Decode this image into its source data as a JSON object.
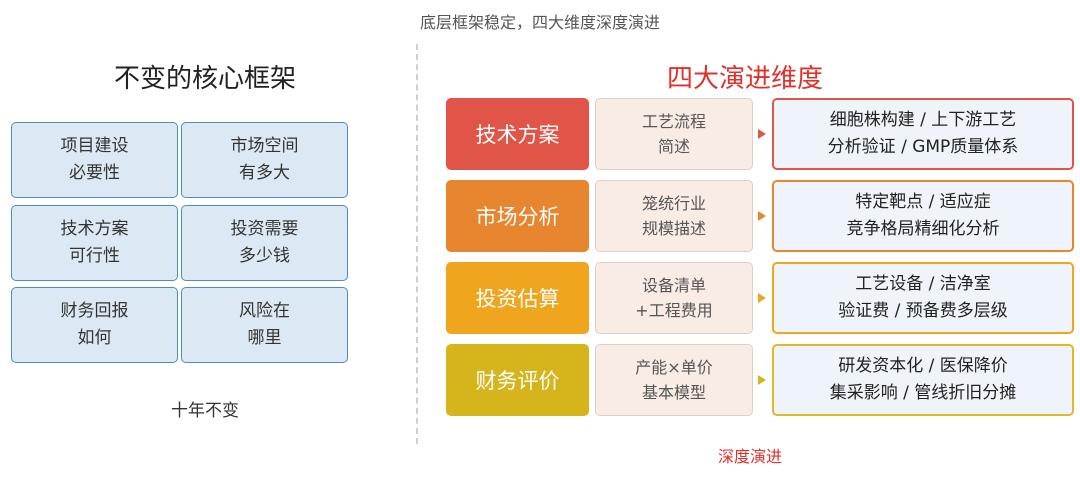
{
  "top_caption": "底层框架稳定，四大维度深度演进",
  "left": {
    "title": "不变的核心框架",
    "cells": [
      {
        "text": "项目建设\n必要性"
      },
      {
        "text": "市场空间\n有多大"
      },
      {
        "text": "技术方案\n可行性"
      },
      {
        "text": "投资需要\n多少钱"
      },
      {
        "text": "财务回报\n如何"
      },
      {
        "text": "风险在\n哪里"
      }
    ],
    "footer": "十年不变"
  },
  "right": {
    "title": "四大演进维度",
    "rows": [
      {
        "name": "技术方案",
        "color": "#e05548",
        "basic": "工艺流程\n简述",
        "deep": "细胞株构建 / 上下游工艺\n分析验证 / GMP质量体系",
        "border": "#e05548",
        "arrow": "#e05548"
      },
      {
        "name": "市场分析",
        "color": "#e8862f",
        "basic": "笼统行业\n规模描述",
        "deep": "特定靶点 / 适应症\n竞争格局精细化分析",
        "border": "#e8862f",
        "arrow": "#e8862f"
      },
      {
        "name": "投资估算",
        "color": "#f0a51e",
        "basic": "设备清单\n+工程费用",
        "deep": "工艺设备 / 洁净室\n验证费 / 预备费多层级",
        "border": "#f0a51e",
        "arrow": "#f0a51e"
      },
      {
        "name": "财务评价",
        "color": "#d6b41c",
        "basic": "产能×单价\n基本模型",
        "deep": "研发资本化 / 医保降价\n集采影响 / 管线折旧分摊",
        "border": "#e0b82a",
        "arrow": "#d6b41c"
      }
    ],
    "footer": "深度演进"
  }
}
